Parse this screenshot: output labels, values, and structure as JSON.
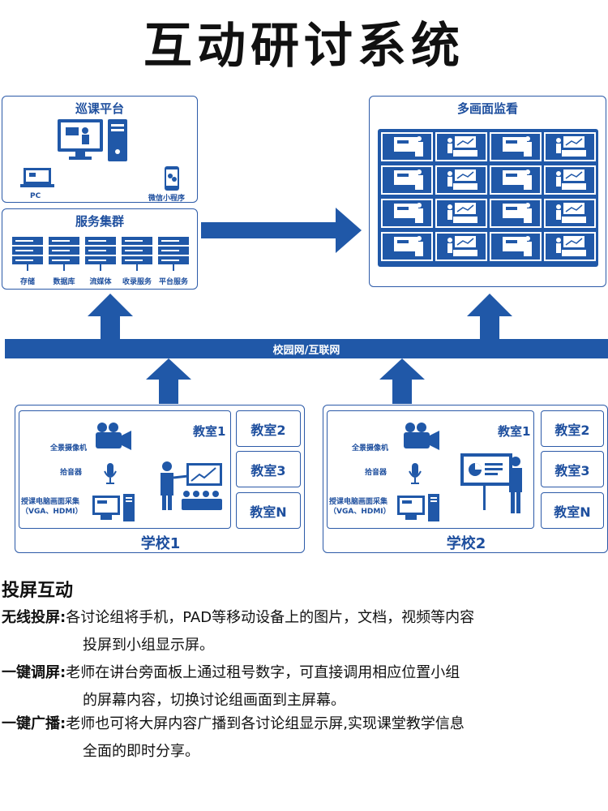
{
  "title": "互动研讨系统",
  "tour": {
    "title": "巡课平台",
    "pc_label": "PC",
    "mini_label": "微信小程序"
  },
  "servers": {
    "title": "服务集群",
    "items": [
      "存储",
      "数据库",
      "流媒体",
      "收录服务",
      "平台服务"
    ]
  },
  "monitor": {
    "title": "多画面监看"
  },
  "network": {
    "label": "校园网/互联网"
  },
  "school1": {
    "label": "学校1",
    "main_room": "教室1",
    "rooms": [
      "教室2",
      "教室3",
      "教室N"
    ],
    "devices": [
      "全景摄像机",
      "拾音器",
      "授课电脑画面采集",
      "（VGA、HDMI）"
    ]
  },
  "school2": {
    "label": "学校2",
    "main_room": "教室1",
    "rooms": [
      "教室2",
      "教室3",
      "教室N"
    ],
    "devices": [
      "全景摄像机",
      "拾音器",
      "授课电脑画面采集",
      "（VGA、HDMI）"
    ]
  },
  "section_title": "投屏互动",
  "features": [
    {
      "name": "无线投屏:",
      "line1": "各讨论组将手机，PAD等移动设备上的图片，文档，视频等内容",
      "line2": "投屏到小组显示屏。"
    },
    {
      "name": "一键调屏:",
      "line1": "老师在讲台旁面板上通过租号数字，可直接调用相应位置小组",
      "line2": "的屏幕内容，切换讨论组画面到主屏幕。"
    },
    {
      "name": "一键广播:",
      "line1": "老师也可将大屏内容广播到各讨论组显示屏,实现课堂教学信息",
      "line2": "全面的即时分享。"
    }
  ],
  "colors": {
    "primary": "#2058a8",
    "border": "#2c5aa8",
    "text": "#111111"
  }
}
